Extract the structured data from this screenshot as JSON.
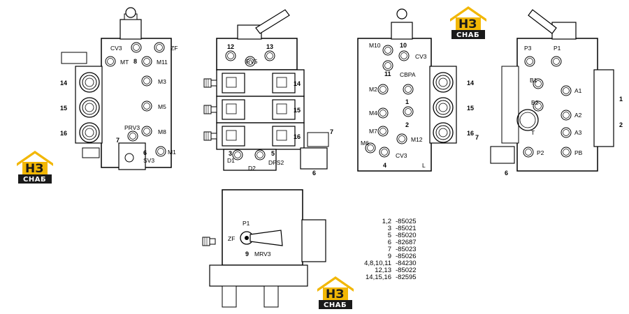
{
  "logo": {
    "top": "НЗ",
    "bottom": "СНАБ",
    "yellow": "#f2b705",
    "dark": "#1a1a1a"
  },
  "view1": {
    "CV3": "CV3",
    "ZF": "ZF",
    "MT": "MT",
    "n8": "8",
    "M11": "M11",
    "n14": "14",
    "n15": "15",
    "n16": "16",
    "M3": "M3",
    "M5": "M5",
    "M8": "M8",
    "PRV3": "PRV3",
    "n7": "7",
    "n6": "6",
    "SV3": "SV3",
    "M1": "M1"
  },
  "view2": {
    "n12": "12",
    "n13": "13",
    "RV5": "RV5",
    "n14": "14",
    "n15": "15",
    "n16": "16",
    "n3": "3",
    "n5": "5",
    "n7": "7",
    "D1": "D1",
    "D2": "D2",
    "DPS2": "DPS2",
    "n6": "6"
  },
  "view3": {
    "M10": "M10",
    "n10": "10",
    "CV3a": "CV3",
    "n11": "11",
    "CBPA": "CBPA",
    "M2": "M2",
    "n1": "1",
    "M4": "M4",
    "n2": "2",
    "M7": "M7",
    "M6": "M6",
    "M12": "M12",
    "n4": "4",
    "CV3b": "CV3",
    "L": "L",
    "n14": "14",
    "n15": "15",
    "n16": "16"
  },
  "view4": {
    "P3": "P3",
    "P1": "P1",
    "B1": "B1",
    "A1": "A1",
    "B2": "B2",
    "A2": "A2",
    "T": "T",
    "A3": "A3",
    "P2": "P2",
    "PB": "PB",
    "n1": "1",
    "n2": "2",
    "n7": "7",
    "n6": "6"
  },
  "view5": {
    "P1": "P1",
    "ZF": "ZF",
    "n9": "9",
    "MRV3": "MRV3"
  },
  "parts": [
    {
      "positions": "1,2",
      "code": "-85025"
    },
    {
      "positions": "3",
      "code": "-85021"
    },
    {
      "positions": "5",
      "code": "-85020"
    },
    {
      "positions": "6",
      "code": "-82687"
    },
    {
      "positions": "7",
      "code": "-85023"
    },
    {
      "positions": "9",
      "code": "-85026"
    },
    {
      "positions": "4,8,10,11",
      "code": "-84230"
    },
    {
      "positions": "12,13",
      "code": "-85022"
    },
    {
      "positions": "14,15,16",
      "code": "-82595"
    }
  ]
}
